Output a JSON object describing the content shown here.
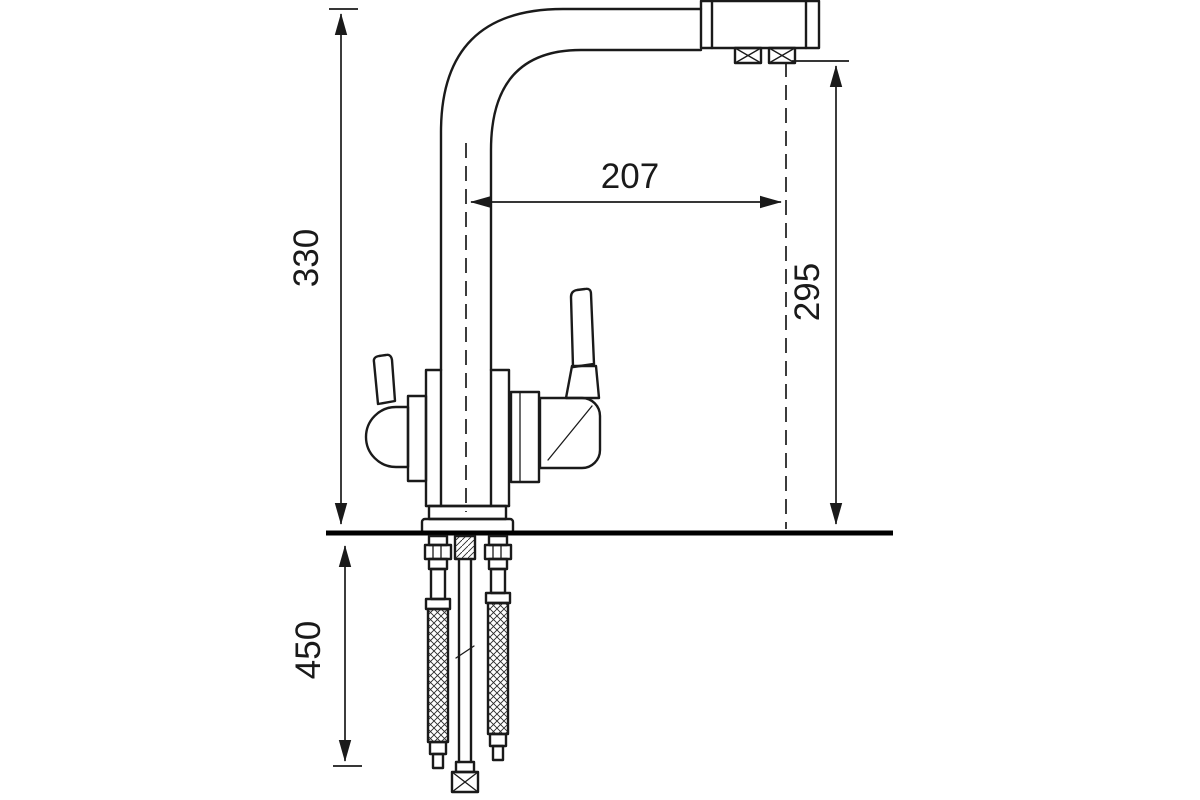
{
  "diagram": {
    "type": "technical-drawing",
    "subject": "kitchen-mixer-faucet-dimensioned-line-drawing",
    "background_color": "#ffffff",
    "line_color": "#1a1a1a",
    "dims": {
      "total_height": "330",
      "reach": "207",
      "outlet_height": "295",
      "hose_length": "450"
    }
  }
}
